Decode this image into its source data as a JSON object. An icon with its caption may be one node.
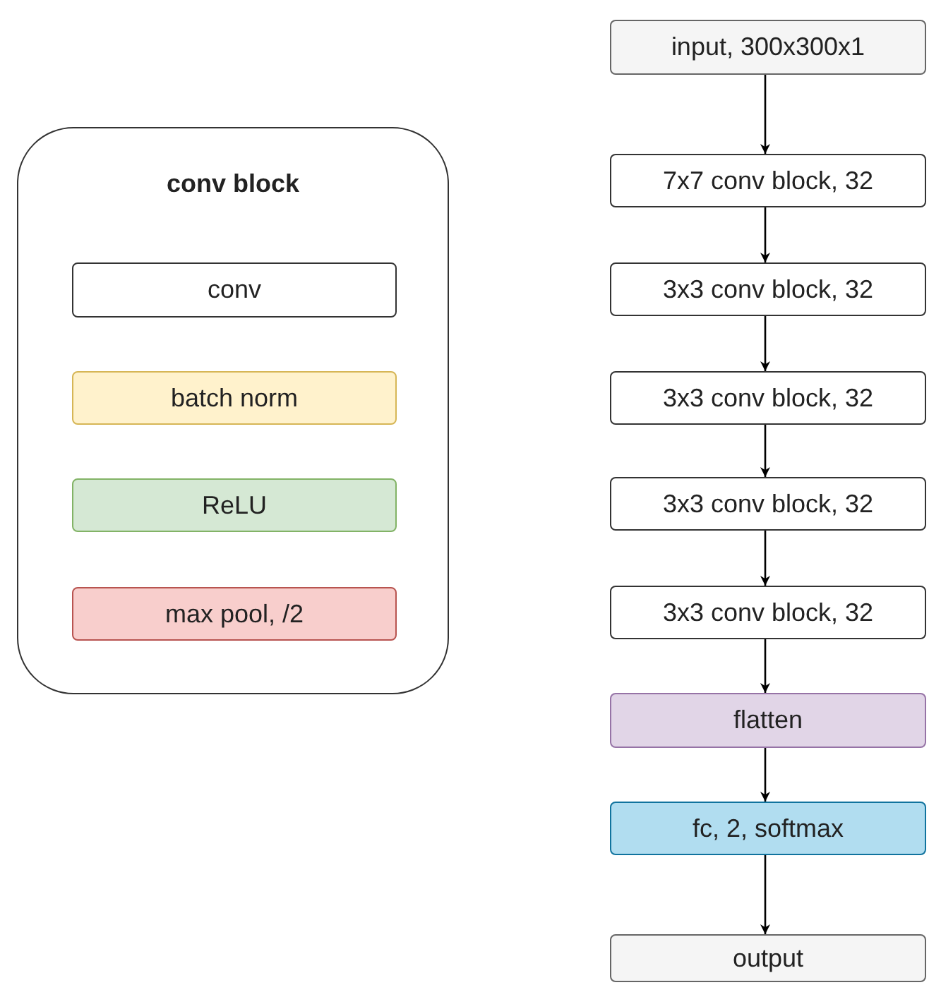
{
  "diagram": {
    "nodes": [
      {
        "text": [
          "conv block"
        ]
      },
      {
        "text": [
          "conv"
        ],
        "in": 0
      },
      {
        "text": [
          "batch norm"
        ],
        "in": 0
      },
      {
        "text": [
          "ReLU"
        ],
        "in": 0
      },
      {
        "text": [
          "max pool, /2"
        ],
        "in": 0
      },
      {
        "text": [
          "input, 300x300x1"
        ]
      },
      {
        "text": [
          "7x7 conv block, 32"
        ]
      },
      {
        "text": [
          "3x3 conv block, 32"
        ]
      },
      {
        "text": [
          "3x3 conv block, 32"
        ]
      },
      {
        "text": [
          "3x3 conv block, 32"
        ]
      },
      {
        "text": [
          "3x3 conv block, 32"
        ]
      },
      {
        "text": [
          "flatten"
        ]
      },
      {
        "text": [
          "fc, 2, softmax"
        ]
      },
      {
        "text": [
          "output"
        ]
      }
    ],
    "edges": [
      {
        "from": 5,
        "to": 6,
        "arrow": "to"
      },
      {
        "from": 6,
        "to": 7,
        "arrow": "to"
      },
      {
        "from": 7,
        "to": 8,
        "arrow": "to"
      },
      {
        "from": 8,
        "to": 9,
        "arrow": "to"
      },
      {
        "from": 9,
        "to": 10,
        "arrow": "to"
      },
      {
        "from": 10,
        "to": 11,
        "arrow": "to"
      },
      {
        "from": 11,
        "to": 12,
        "arrow": "to"
      },
      {
        "from": 12,
        "to": 13,
        "arrow": "to"
      }
    ]
  }
}
